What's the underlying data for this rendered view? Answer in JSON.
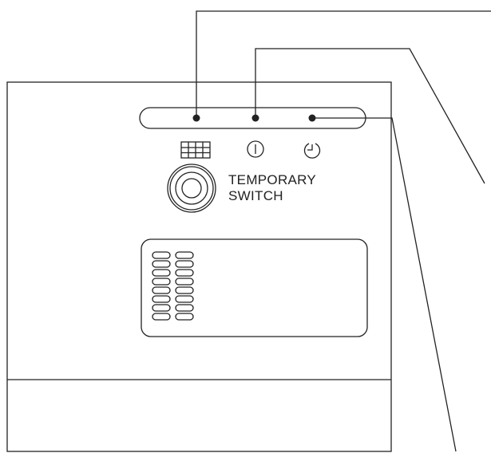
{
  "panel": {
    "indicators": [
      {
        "name": "defrost",
        "icon": "grid-icon"
      },
      {
        "name": "operation",
        "icon": "power-icon"
      },
      {
        "name": "timer",
        "icon": "clock-icon"
      }
    ],
    "temporary_switch": {
      "label_line1": "TEMPORARY",
      "label_line2": "SWITCH"
    },
    "receiver_icon": "infrared-receiver-icon"
  },
  "colors": {
    "line": "#222222",
    "background": "#ffffff"
  }
}
